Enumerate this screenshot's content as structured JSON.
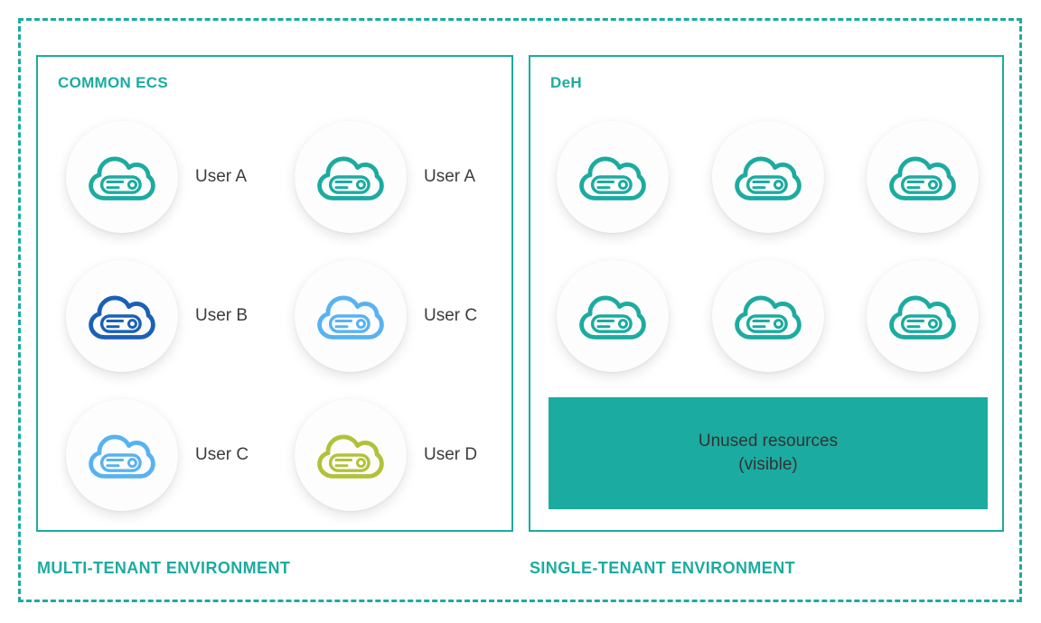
{
  "colors": {
    "accent": "#1CABA0",
    "user_a": "#1CABA0",
    "user_b": "#1A61B6",
    "user_c": "#58B2F1",
    "user_d": "#B0C23A",
    "node_label": "#3C3C3C",
    "unused_block_bg": "#1CABA0",
    "unused_block_text": "#333333"
  },
  "left_panel": {
    "title": "COMMON ECS",
    "footer": "MULTI-TENANT ENVIRONMENT",
    "nodes": [
      {
        "icon": "cloud-server-icon",
        "label": "User A",
        "color_key": "user_a"
      },
      {
        "icon": "cloud-server-icon",
        "label": "User A",
        "color_key": "user_a"
      },
      {
        "icon": "cloud-server-icon",
        "label": "User B",
        "color_key": "user_b"
      },
      {
        "icon": "cloud-server-icon",
        "label": "User C",
        "color_key": "user_c"
      },
      {
        "icon": "cloud-server-icon",
        "label": "User C",
        "color_key": "user_c"
      },
      {
        "icon": "cloud-server-icon",
        "label": "User D",
        "color_key": "user_d"
      }
    ]
  },
  "right_panel": {
    "title": "DeH",
    "footer": "SINGLE-TENANT ENVIRONMENT",
    "nodes": [
      {
        "icon": "cloud-server-icon",
        "color_key": "accent"
      },
      {
        "icon": "cloud-server-icon",
        "color_key": "accent"
      },
      {
        "icon": "cloud-server-icon",
        "color_key": "accent"
      },
      {
        "icon": "cloud-server-icon",
        "color_key": "accent"
      },
      {
        "icon": "cloud-server-icon",
        "color_key": "accent"
      },
      {
        "icon": "cloud-server-icon",
        "color_key": "accent"
      }
    ],
    "unused_block": {
      "line1": "Unused resources",
      "line2": "(visible)"
    }
  }
}
